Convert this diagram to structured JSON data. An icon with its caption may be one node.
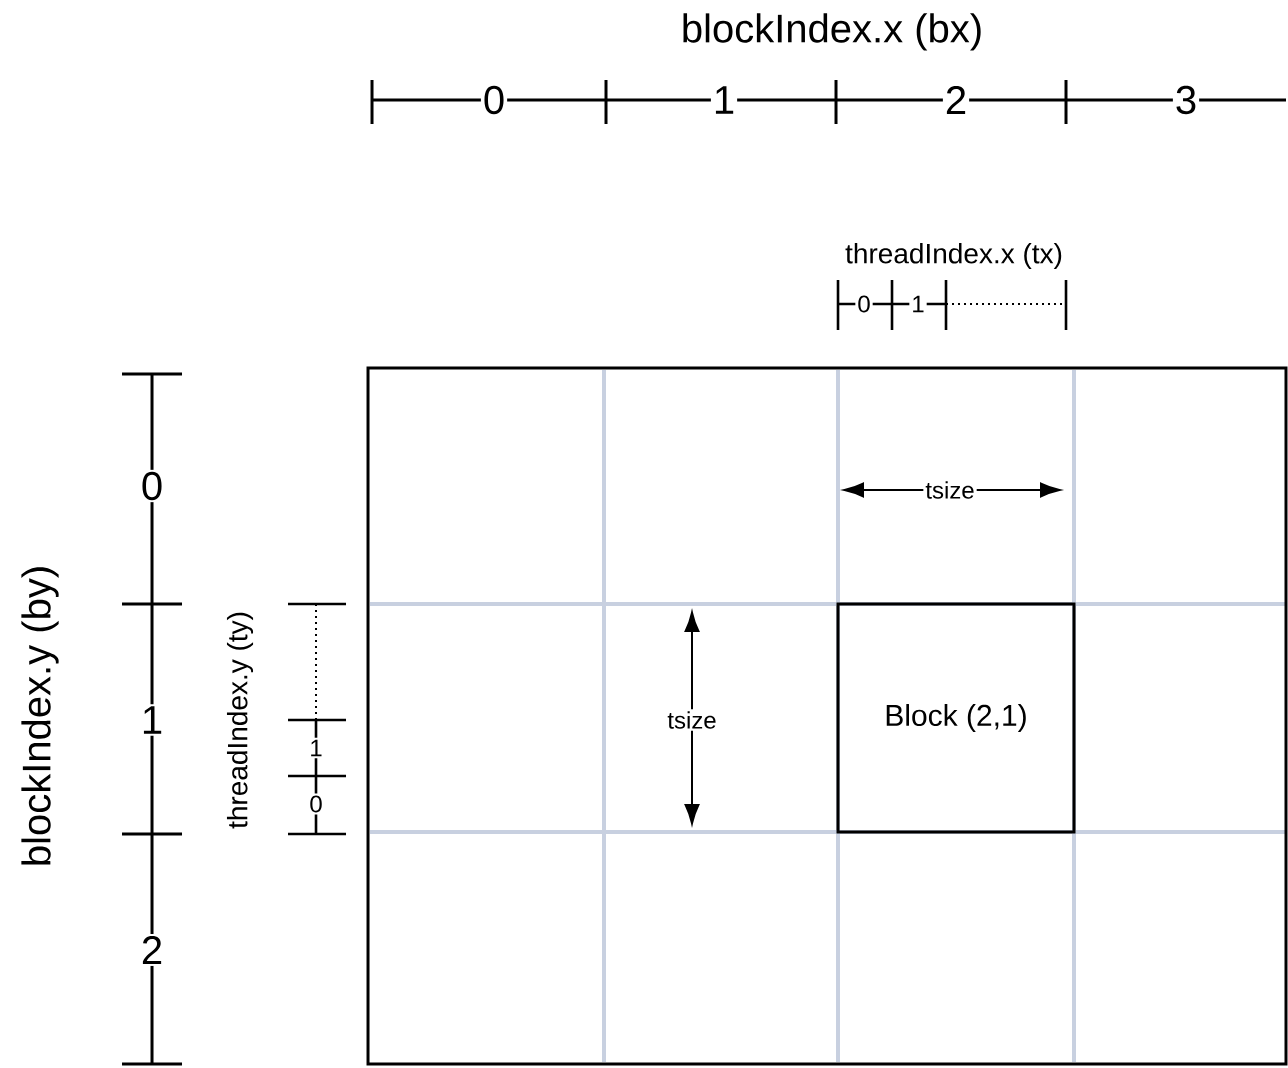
{
  "diagram": {
    "nodes": [
      {
        "text": [],
        "shape": "box"
      },
      {
        "text": [
          "Block (2,1)"
        ],
        "in": 0
      }
    ],
    "edges": [],
    "labels": [
      "blockIndex.x (bx)",
      "0",
      "1",
      "2",
      "3",
      "threadIndex.x (tx)",
      "0",
      "1",
      "tsize",
      "blockIndex.y (by)",
      "0",
      "1",
      "2",
      "threadIndex.y (ty)",
      "1",
      "0",
      "tsize"
    ]
  }
}
